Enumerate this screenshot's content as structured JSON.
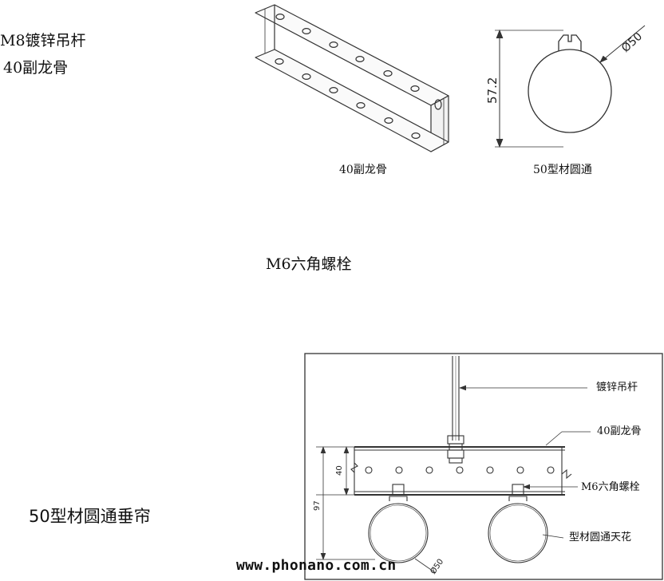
{
  "labels": {
    "left_top_a": "M8镀锌吊杆",
    "left_top_b": "40副龙骨",
    "caption_channel": "40副龙骨",
    "caption_tube": "50型材圆通",
    "bolt_title": "M6六角螺栓",
    "curtain_title": "50型材圆通垂帘",
    "website": "www.phonano.com.cn"
  },
  "tube_drawing": {
    "height_dim": "57.2",
    "diameter_dim": "Ø50"
  },
  "assembly": {
    "callouts": {
      "rod": "镀锌吊杆",
      "channel": "40副龙骨",
      "bolt": "M6六角螺栓",
      "tube": "型材圆通天花"
    },
    "dim_channel_height": "40",
    "dim_total_height": "97",
    "dim_tube_diameter": "Ø50"
  },
  "colors": {
    "line": "#333333",
    "background": "#ffffff"
  }
}
